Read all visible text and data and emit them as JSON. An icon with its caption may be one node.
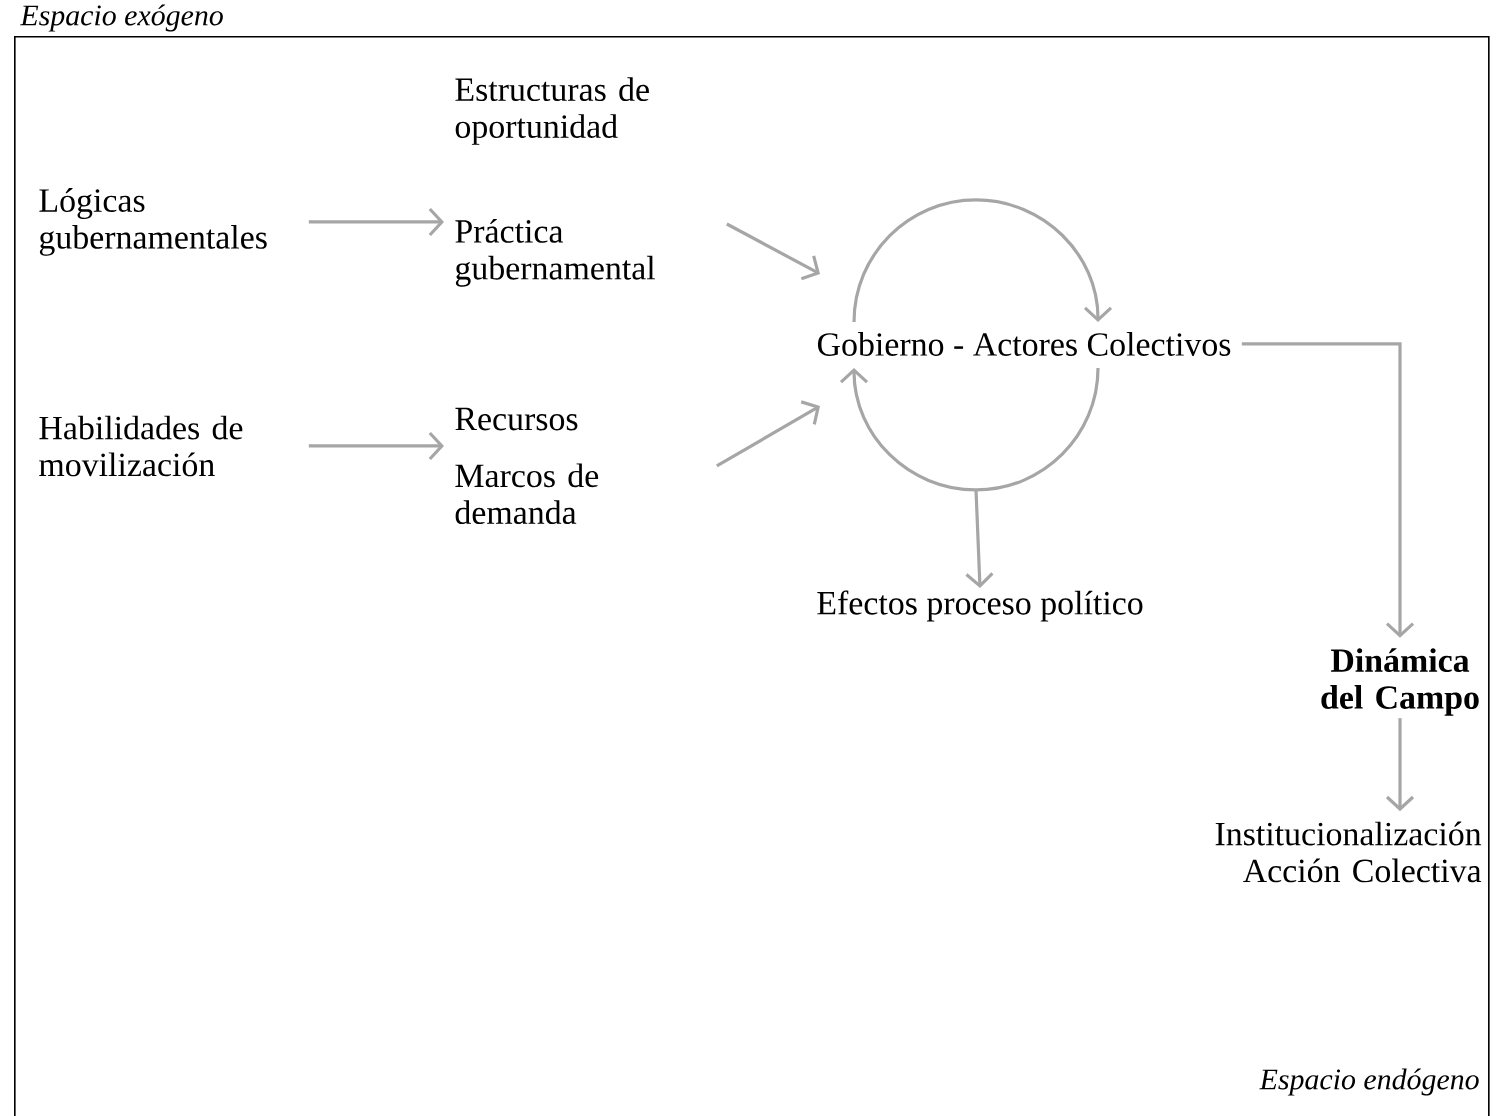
{
  "diagram": {
    "nodes": [
      {
        "text": [
          "Espacio exógeno",
          "Espacio endógeno"
        ]
      },
      {
        "text": [
          "Lógicas gubernamentales"
        ],
        "in": 0
      },
      {
        "text": [
          "Estructuras de oportunidad",
          "Práctica gubernamental"
        ],
        "in": 0
      },
      {
        "text": [
          "Habilidades de movilización"
        ],
        "in": 0
      },
      {
        "text": [
          "Recursos",
          "Marcos de demanda"
        ],
        "in": 0
      },
      {
        "text": [
          "Gobierno - Actores Colectivos"
        ],
        "in": 0
      },
      {
        "text": [
          "Efectos proceso político"
        ],
        "in": 0
      },
      {
        "text": [
          "Dinámica del Campo"
        ],
        "in": 0
      },
      {
        "text": [
          "Institucionalización Acción Colectiva"
        ],
        "in": 0
      }
    ],
    "edges": [
      {
        "from": 1,
        "to": 2,
        "arrow": "to"
      },
      {
        "from": 3,
        "to": 4,
        "arrow": "to"
      },
      {
        "from": 2,
        "to": 5,
        "arrow": "to"
      },
      {
        "from": 4,
        "to": 5,
        "arrow": "to"
      },
      {
        "from": 5,
        "to": 6,
        "arrow": "to"
      },
      {
        "from": 5,
        "to": 7,
        "arrow": "to"
      },
      {
        "from": 7,
        "to": 8,
        "arrow": "to"
      }
    ]
  }
}
